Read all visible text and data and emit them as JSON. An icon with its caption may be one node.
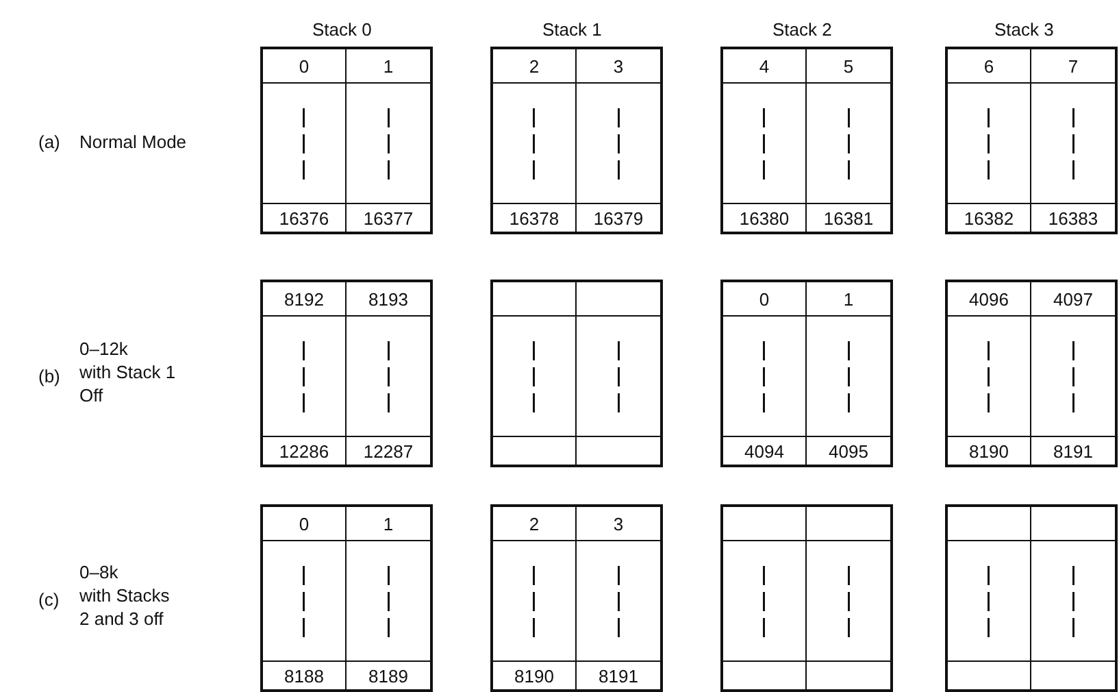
{
  "diagram": {
    "nodes": [
      {
        "text": [
          "0",
          "1",
          "16376",
          "16377"
        ]
      },
      {
        "text": [
          "2",
          "3",
          "16378",
          "16379"
        ]
      },
      {
        "text": [
          "4",
          "5",
          "16380",
          "16381"
        ]
      },
      {
        "text": [
          "6",
          "7",
          "16382",
          "16383"
        ]
      },
      {
        "text": [
          "8192",
          "8193",
          "12286",
          "12287"
        ]
      },
      {
        "text": [],
        "shape": "box"
      },
      {
        "text": [
          "0",
          "1",
          "4094",
          "4095"
        ]
      },
      {
        "text": [
          "4096",
          "4097",
          "8190",
          "8191"
        ]
      },
      {
        "text": [
          "0",
          "1",
          "8188",
          "8189"
        ]
      },
      {
        "text": [
          "2",
          "3",
          "8190",
          "8191"
        ]
      },
      {
        "text": [],
        "shape": "box"
      },
      {
        "text": [],
        "shape": "box"
      }
    ],
    "labels": [
      "Stack 0",
      "Stack 1",
      "Stack 2",
      "Stack 3",
      "(a)",
      "Normal Mode",
      "(b)",
      "0–12k",
      "with Stack 1",
      "Off",
      "(c)",
      "0–8k",
      "with Stacks",
      "2 and 3 off"
    ]
  }
}
